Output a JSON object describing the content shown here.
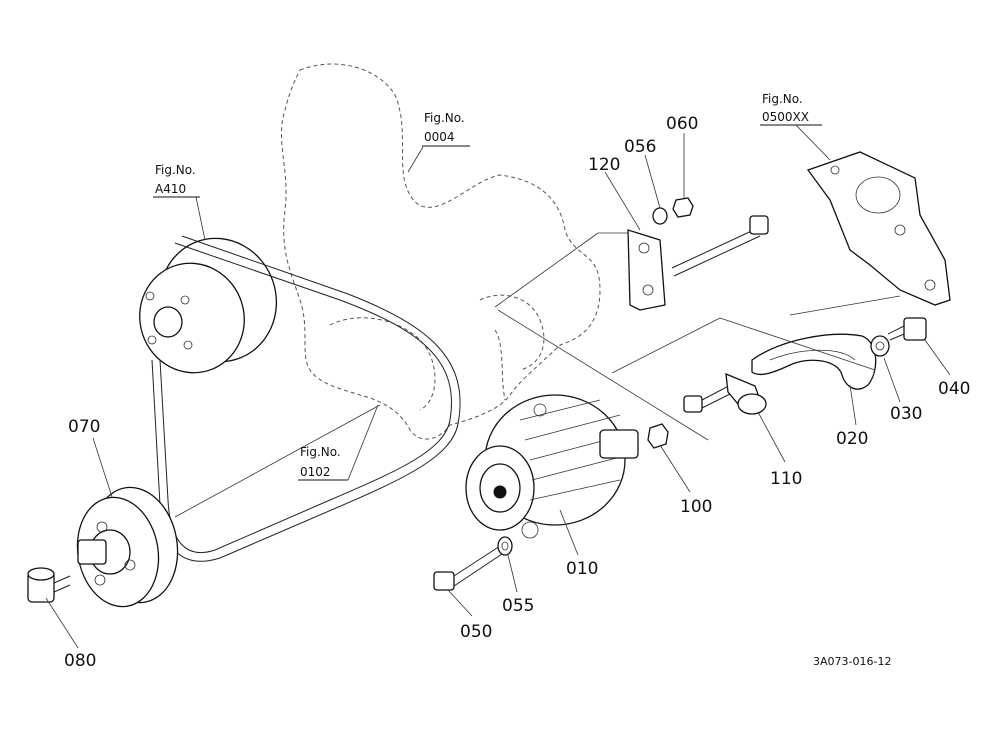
{
  "diagram": {
    "figure_refs": [
      {
        "id": "fig-a410",
        "label": "Fig.No.",
        "number": "A410"
      },
      {
        "id": "fig-0004",
        "label": "Fig.No.",
        "number": "0004"
      },
      {
        "id": "fig-0102",
        "label": "Fig.No.",
        "number": "0102"
      },
      {
        "id": "fig-0500xx",
        "label": "Fig.No.",
        "number": "0500XX"
      }
    ],
    "parts": {
      "p010": "010",
      "p020": "020",
      "p030": "030",
      "p040": "040",
      "p050": "050",
      "p055": "055",
      "p056": "056",
      "p060": "060",
      "p070": "070",
      "p080": "080",
      "p100": "100",
      "p110": "110",
      "p120": "120"
    },
    "drawing_code": "3A073-016-12"
  }
}
